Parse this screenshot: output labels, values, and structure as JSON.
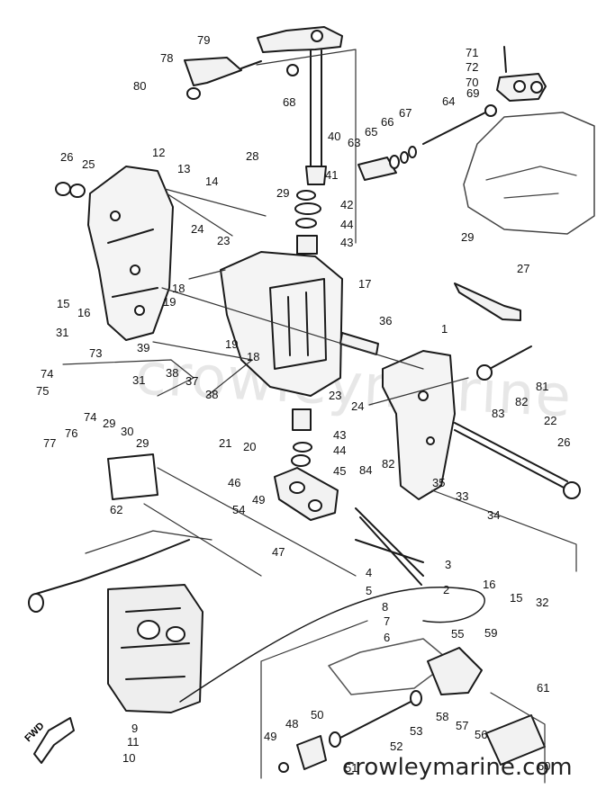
{
  "diagram": {
    "watermark": "crowleymarine",
    "site_text": "crowleymarine.com",
    "direction_arrow": "FWD",
    "icons": {
      "direction_arrow": "fwd-arrow-icon"
    },
    "callouts": [
      {
        "id": "79",
        "label": "79"
      },
      {
        "id": "78",
        "label": "78"
      },
      {
        "id": "80",
        "label": "80"
      },
      {
        "id": "68",
        "label": "68"
      },
      {
        "id": "40",
        "label": "40"
      },
      {
        "id": "71",
        "label": "71"
      },
      {
        "id": "72",
        "label": "72"
      },
      {
        "id": "70",
        "label": "70"
      },
      {
        "id": "69",
        "label": "69"
      },
      {
        "id": "64",
        "label": "64"
      },
      {
        "id": "67",
        "label": "67"
      },
      {
        "id": "66",
        "label": "66"
      },
      {
        "id": "65",
        "label": "65"
      },
      {
        "id": "63",
        "label": "63"
      },
      {
        "id": "26a",
        "label": "26"
      },
      {
        "id": "25",
        "label": "25"
      },
      {
        "id": "12",
        "label": "12"
      },
      {
        "id": "13",
        "label": "13"
      },
      {
        "id": "14",
        "label": "14"
      },
      {
        "id": "28",
        "label": "28"
      },
      {
        "id": "29a",
        "label": "29"
      },
      {
        "id": "41",
        "label": "41"
      },
      {
        "id": "42",
        "label": "42"
      },
      {
        "id": "44a",
        "label": "44"
      },
      {
        "id": "43a",
        "label": "43"
      },
      {
        "id": "24a",
        "label": "24"
      },
      {
        "id": "23a",
        "label": "23"
      },
      {
        "id": "29b",
        "label": "29"
      },
      {
        "id": "27",
        "label": "27"
      },
      {
        "id": "15a",
        "label": "15"
      },
      {
        "id": "16a",
        "label": "16"
      },
      {
        "id": "18a",
        "label": "18"
      },
      {
        "id": "19a",
        "label": "19"
      },
      {
        "id": "17",
        "label": "17"
      },
      {
        "id": "36",
        "label": "36"
      },
      {
        "id": "1",
        "label": "1"
      },
      {
        "id": "39",
        "label": "39"
      },
      {
        "id": "31a",
        "label": "31"
      },
      {
        "id": "73",
        "label": "73"
      },
      {
        "id": "74a",
        "label": "74"
      },
      {
        "id": "31b",
        "label": "31"
      },
      {
        "id": "75",
        "label": "75"
      },
      {
        "id": "19b",
        "label": "19"
      },
      {
        "id": "18b",
        "label": "18"
      },
      {
        "id": "38a",
        "label": "38"
      },
      {
        "id": "37",
        "label": "37"
      },
      {
        "id": "38b",
        "label": "38"
      },
      {
        "id": "23b",
        "label": "23"
      },
      {
        "id": "24b",
        "label": "24"
      },
      {
        "id": "81",
        "label": "81"
      },
      {
        "id": "82a",
        "label": "82"
      },
      {
        "id": "83",
        "label": "83"
      },
      {
        "id": "22",
        "label": "22"
      },
      {
        "id": "74b",
        "label": "74"
      },
      {
        "id": "29c",
        "label": "29"
      },
      {
        "id": "30",
        "label": "30"
      },
      {
        "id": "77",
        "label": "77"
      },
      {
        "id": "76",
        "label": "76"
      },
      {
        "id": "29d",
        "label": "29"
      },
      {
        "id": "21",
        "label": "21"
      },
      {
        "id": "20",
        "label": "20"
      },
      {
        "id": "43b",
        "label": "43"
      },
      {
        "id": "44b",
        "label": "44"
      },
      {
        "id": "45",
        "label": "45"
      },
      {
        "id": "84",
        "label": "84"
      },
      {
        "id": "82b",
        "label": "82"
      },
      {
        "id": "26b",
        "label": "26"
      },
      {
        "id": "35",
        "label": "35"
      },
      {
        "id": "33",
        "label": "33"
      },
      {
        "id": "34",
        "label": "34"
      },
      {
        "id": "46",
        "label": "46"
      },
      {
        "id": "62",
        "label": "62"
      },
      {
        "id": "49a",
        "label": "49"
      },
      {
        "id": "54",
        "label": "54"
      },
      {
        "id": "47",
        "label": "47"
      },
      {
        "id": "3",
        "label": "3"
      },
      {
        "id": "16b",
        "label": "16"
      },
      {
        "id": "15b",
        "label": "15"
      },
      {
        "id": "2",
        "label": "2"
      },
      {
        "id": "32",
        "label": "32"
      },
      {
        "id": "4",
        "label": "4"
      },
      {
        "id": "5",
        "label": "5"
      },
      {
        "id": "8",
        "label": "8"
      },
      {
        "id": "7",
        "label": "7"
      },
      {
        "id": "6",
        "label": "6"
      },
      {
        "id": "55",
        "label": "55"
      },
      {
        "id": "59",
        "label": "59"
      },
      {
        "id": "61",
        "label": "61"
      },
      {
        "id": "58",
        "label": "58"
      },
      {
        "id": "57",
        "label": "57"
      },
      {
        "id": "56",
        "label": "56"
      },
      {
        "id": "9",
        "label": "9"
      },
      {
        "id": "11",
        "label": "11"
      },
      {
        "id": "10",
        "label": "10"
      },
      {
        "id": "49b",
        "label": "49"
      },
      {
        "id": "48",
        "label": "48"
      },
      {
        "id": "50",
        "label": "50"
      },
      {
        "id": "53",
        "label": "53"
      },
      {
        "id": "52",
        "label": "52"
      },
      {
        "id": "51",
        "label": "51"
      },
      {
        "id": "60",
        "label": "60"
      }
    ]
  }
}
